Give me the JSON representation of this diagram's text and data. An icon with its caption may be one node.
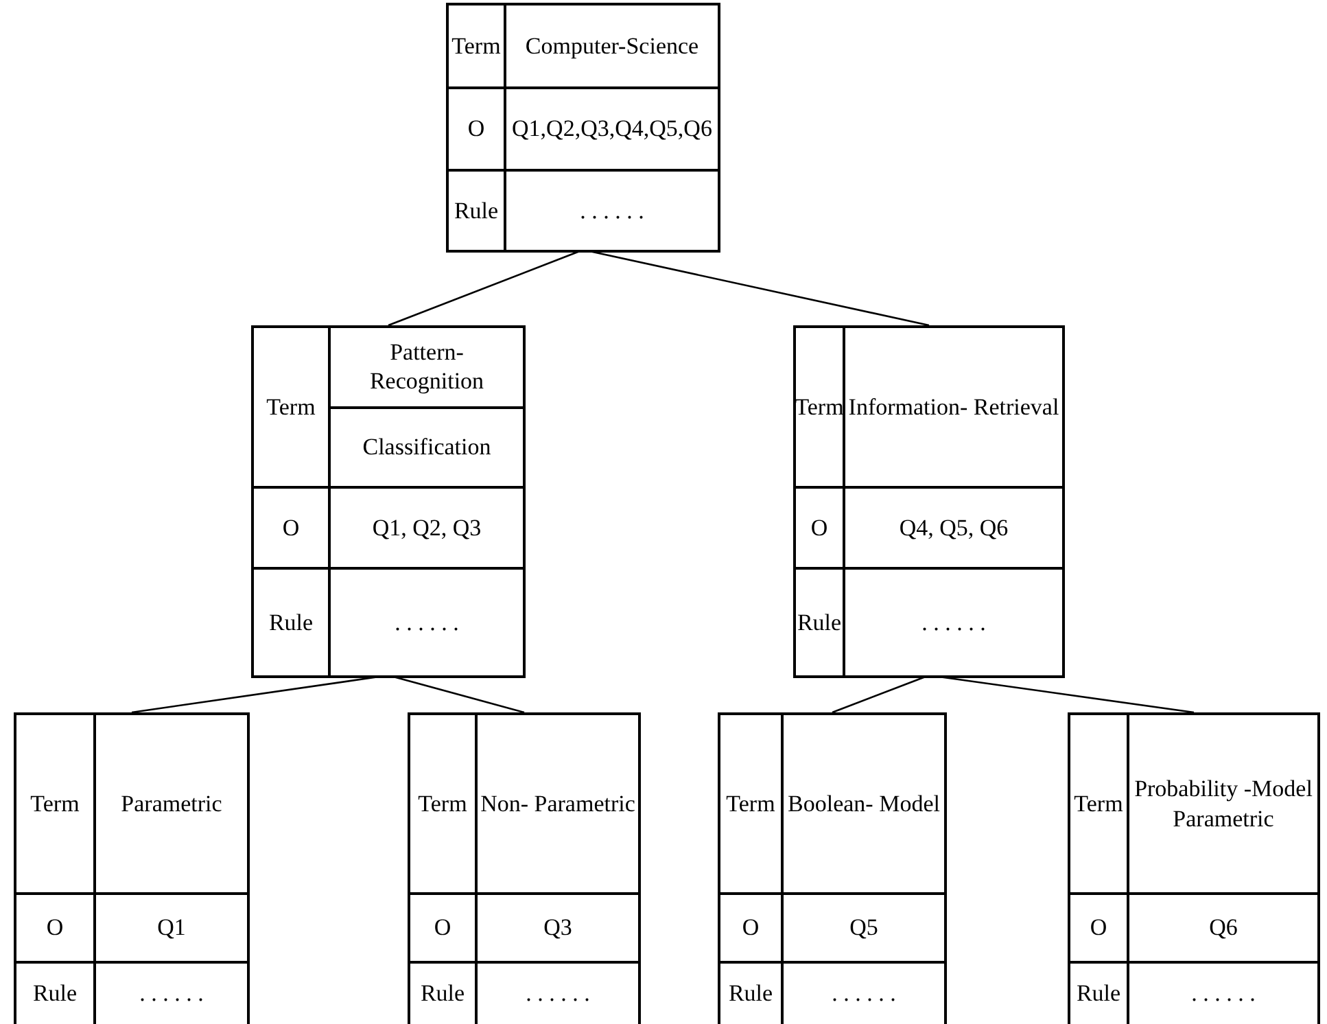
{
  "diagram": {
    "nodes": [
      {
        "text": [
          "Term",
          "Computer-Science",
          "O",
          "Q1,Q2,Q3,Q4,Q5,Q6",
          "Rule",
          ". . . . . ."
        ]
      },
      {
        "text": [
          "Term",
          "Pattern- Recognition",
          "Classification",
          "O",
          "Q1, Q2, Q3",
          "Rule",
          ". . . . . ."
        ]
      },
      {
        "text": [
          "Term",
          "Information- Retrieval",
          "O",
          "Q4, Q5, Q6",
          "Rule",
          ". . . . . ."
        ]
      },
      {
        "text": [
          "Term",
          "Parametric",
          "O",
          "Q1",
          "Rule",
          ". . . . . ."
        ]
      },
      {
        "text": [
          "Term",
          "Non- Parametric",
          "O",
          "Q3",
          "Rule",
          ". . . . . ."
        ]
      },
      {
        "text": [
          "Term",
          "Boolean- Model",
          "O",
          "Q5",
          "Rule",
          ". . . . . ."
        ]
      },
      {
        "text": [
          "Term",
          "Probability -Model Parametric",
          "O",
          "Q6",
          "Rule",
          ". . . . . ."
        ]
      }
    ],
    "edges": [
      {
        "from": 0,
        "to": 1,
        "arrow": "none"
      },
      {
        "from": 0,
        "to": 2,
        "arrow": "none"
      },
      {
        "from": 1,
        "to": 3,
        "arrow": "none"
      },
      {
        "from": 1,
        "to": 4,
        "arrow": "none"
      },
      {
        "from": 2,
        "to": 5,
        "arrow": "none"
      },
      {
        "from": 2,
        "to": 6,
        "arrow": "none"
      }
    ]
  }
}
